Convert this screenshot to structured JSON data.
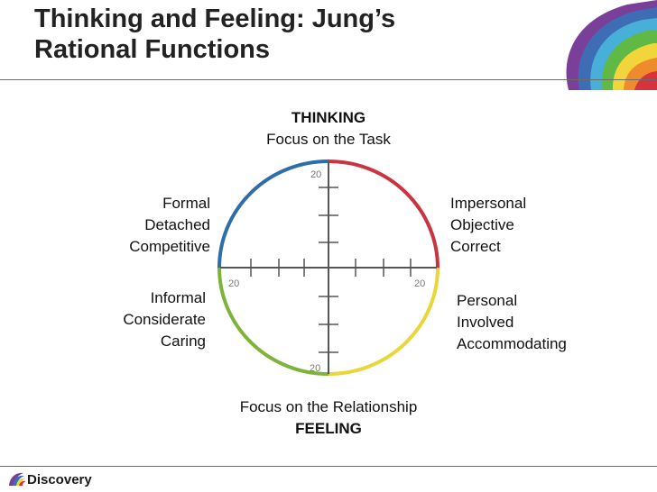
{
  "slide": {
    "title_line1": "Thinking and Feeling: Jung’s",
    "title_line2": "Rational Functions"
  },
  "diagram": {
    "top": {
      "heading": "THINKING",
      "subheading": "Focus on the Task"
    },
    "bottom": {
      "subheading": "Focus on the Relationship",
      "heading": "FEELING"
    },
    "quadrants": {
      "top_left": [
        "Formal",
        "Detached",
        "Competitive"
      ],
      "top_right": [
        "Impersonal",
        "Objective",
        "Correct"
      ],
      "bottom_left": [
        "Informal",
        "Considerate",
        "Caring"
      ],
      "bottom_right": [
        "Personal",
        "Involved",
        "Accommodating"
      ]
    },
    "axis_labels": {
      "top": "20",
      "bottom": "20",
      "left": "20",
      "right": "20"
    },
    "colors": {
      "top_left_arc": "#2e6da8",
      "top_right_arc": "#cc3341",
      "bottom_left_arc": "#7fb23a",
      "bottom_right_arc": "#e9d63a",
      "axis": "#555555"
    }
  },
  "footer": {
    "logo_text": "Discovery"
  }
}
